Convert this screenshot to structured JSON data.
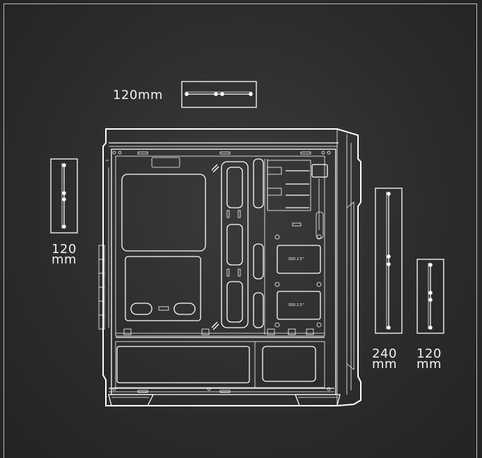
{
  "labels": {
    "top_fan": "120mm",
    "left_fan_line1": "120",
    "left_fan_line2": "mm",
    "right_radiator_line1": "240",
    "right_radiator_line2": "mm",
    "right_fan_line1": "120",
    "right_fan_line2": "mm"
  },
  "colors": {
    "background": "#2f3030",
    "line": "#ffffff",
    "frame": "#bdbdbd"
  },
  "icons": {
    "case": "pc-case-side-view-outline",
    "fan_mount": "fan-mount-bracket"
  }
}
